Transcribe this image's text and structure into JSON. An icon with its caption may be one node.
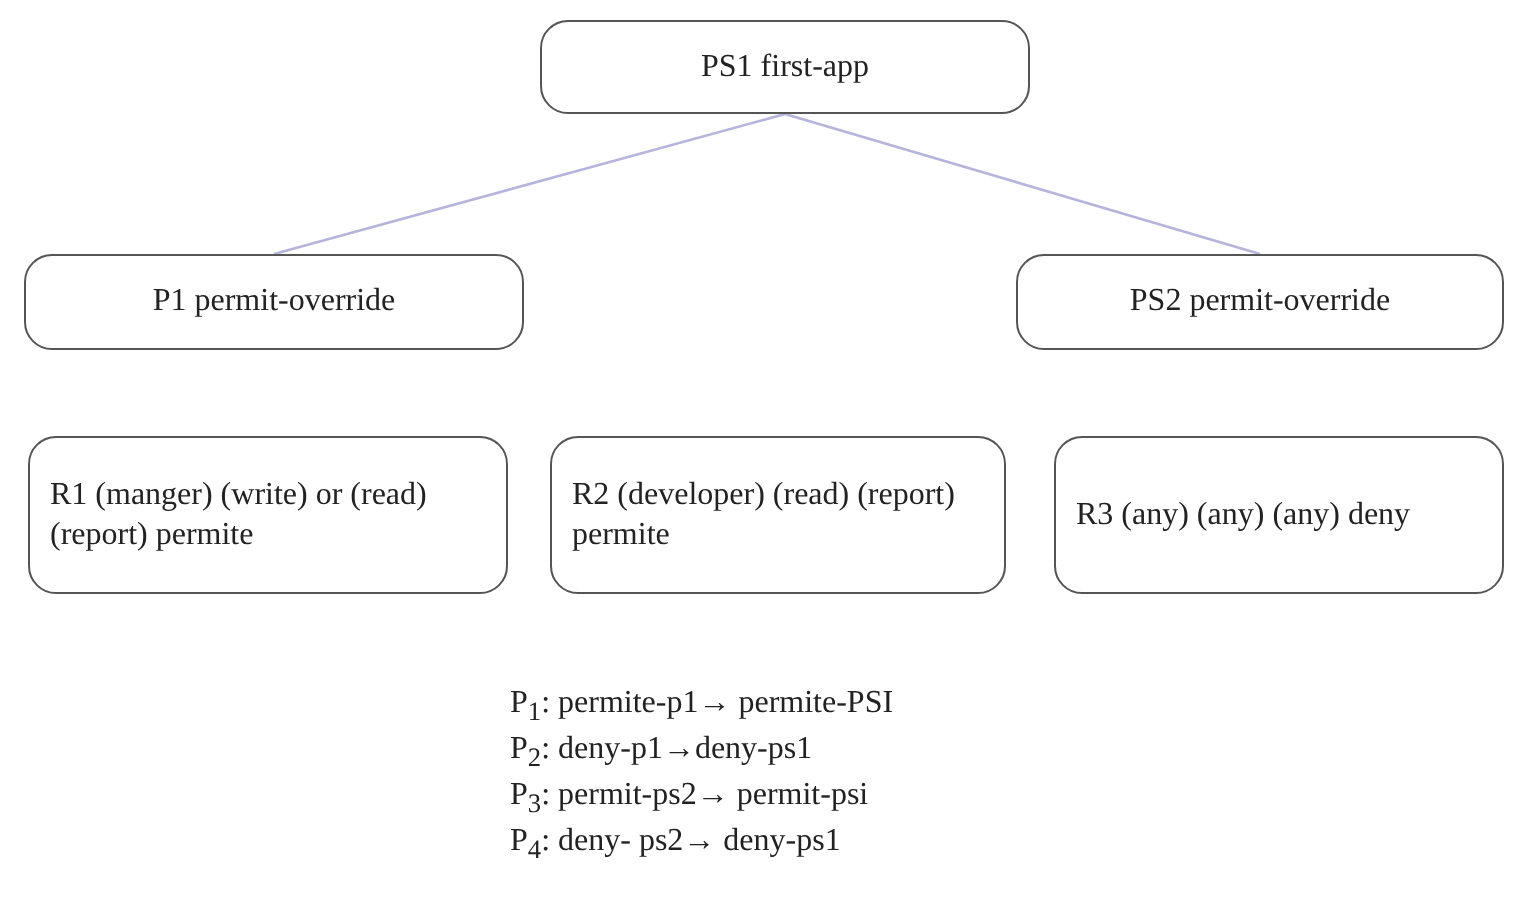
{
  "diagram": {
    "nodes": [
      {
        "text": [
          "PS1 first-app"
        ]
      },
      {
        "text": [
          "P1 permit-override"
        ]
      },
      {
        "text": [
          "PS2 permit-override"
        ]
      },
      {
        "text": [
          "R1 (manger) (write) or (read) (report) permite"
        ]
      },
      {
        "text": [
          "R2 (developer) (read) (report) permite"
        ]
      },
      {
        "text": [
          "R3 (any) (any) (any) deny"
        ]
      }
    ],
    "edges": [
      {
        "from": 0,
        "to": 1,
        "arrow": "none"
      },
      {
        "from": 0,
        "to": 2,
        "arrow": "none"
      }
    ],
    "labels": [
      "P$_{1}$: permite-p1→ permite-PSI",
      "P$_{2}$: deny-p1→deny-ps1",
      "P$_{3}$: permit-ps2→ permit-psi",
      "P$_{4}$: deny- ps2→ deny-ps1"
    ]
  }
}
